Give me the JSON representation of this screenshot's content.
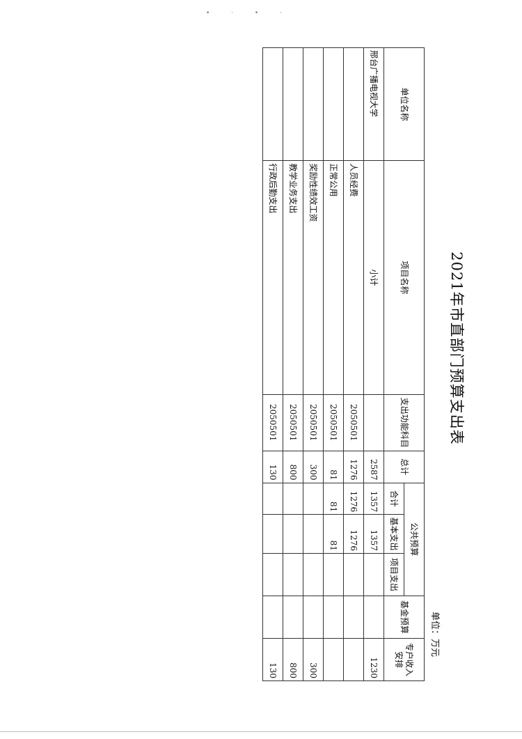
{
  "title": "2021年市直部门预算支出表",
  "unit": "单位：万元",
  "header": {
    "unit_name": "单位名称",
    "project_name": "项目名称",
    "func_subject": "支出功能科目",
    "total": "总计",
    "public_budget": "公共预算",
    "subtotal": "合计",
    "basic": "基本支出",
    "project": "项目支出",
    "fund_budget": "基金预算",
    "special_income": "专户收入安排"
  },
  "rows": [
    {
      "unit": "邢台广播电视大学",
      "project": "小计",
      "subject": "",
      "total": "2587",
      "sum": "1357",
      "basic": "1357",
      "proj": "",
      "fund": "",
      "special": "1230"
    },
    {
      "unit": "",
      "project": "人员经费",
      "subject": "2050501",
      "total": "1276",
      "sum": "1276",
      "basic": "1276",
      "proj": "",
      "fund": "",
      "special": ""
    },
    {
      "unit": "",
      "project": "正常公用",
      "subject": "2050501",
      "total": "81",
      "sum": "81",
      "basic": "81",
      "proj": "",
      "fund": "",
      "special": ""
    },
    {
      "unit": "",
      "project": "奖励性绩效工资",
      "subject": "2050501",
      "total": "300",
      "sum": "",
      "basic": "",
      "proj": "",
      "fund": "",
      "special": "300"
    },
    {
      "unit": "",
      "project": "教学业务支出",
      "subject": "2050501",
      "total": "800",
      "sum": "",
      "basic": "",
      "proj": "",
      "fund": "",
      "special": "800"
    },
    {
      "unit": "",
      "project": "行政后勤支出",
      "subject": "2050501",
      "total": "130",
      "sum": "",
      "basic": "",
      "proj": "",
      "fund": "",
      "special": "130"
    }
  ]
}
